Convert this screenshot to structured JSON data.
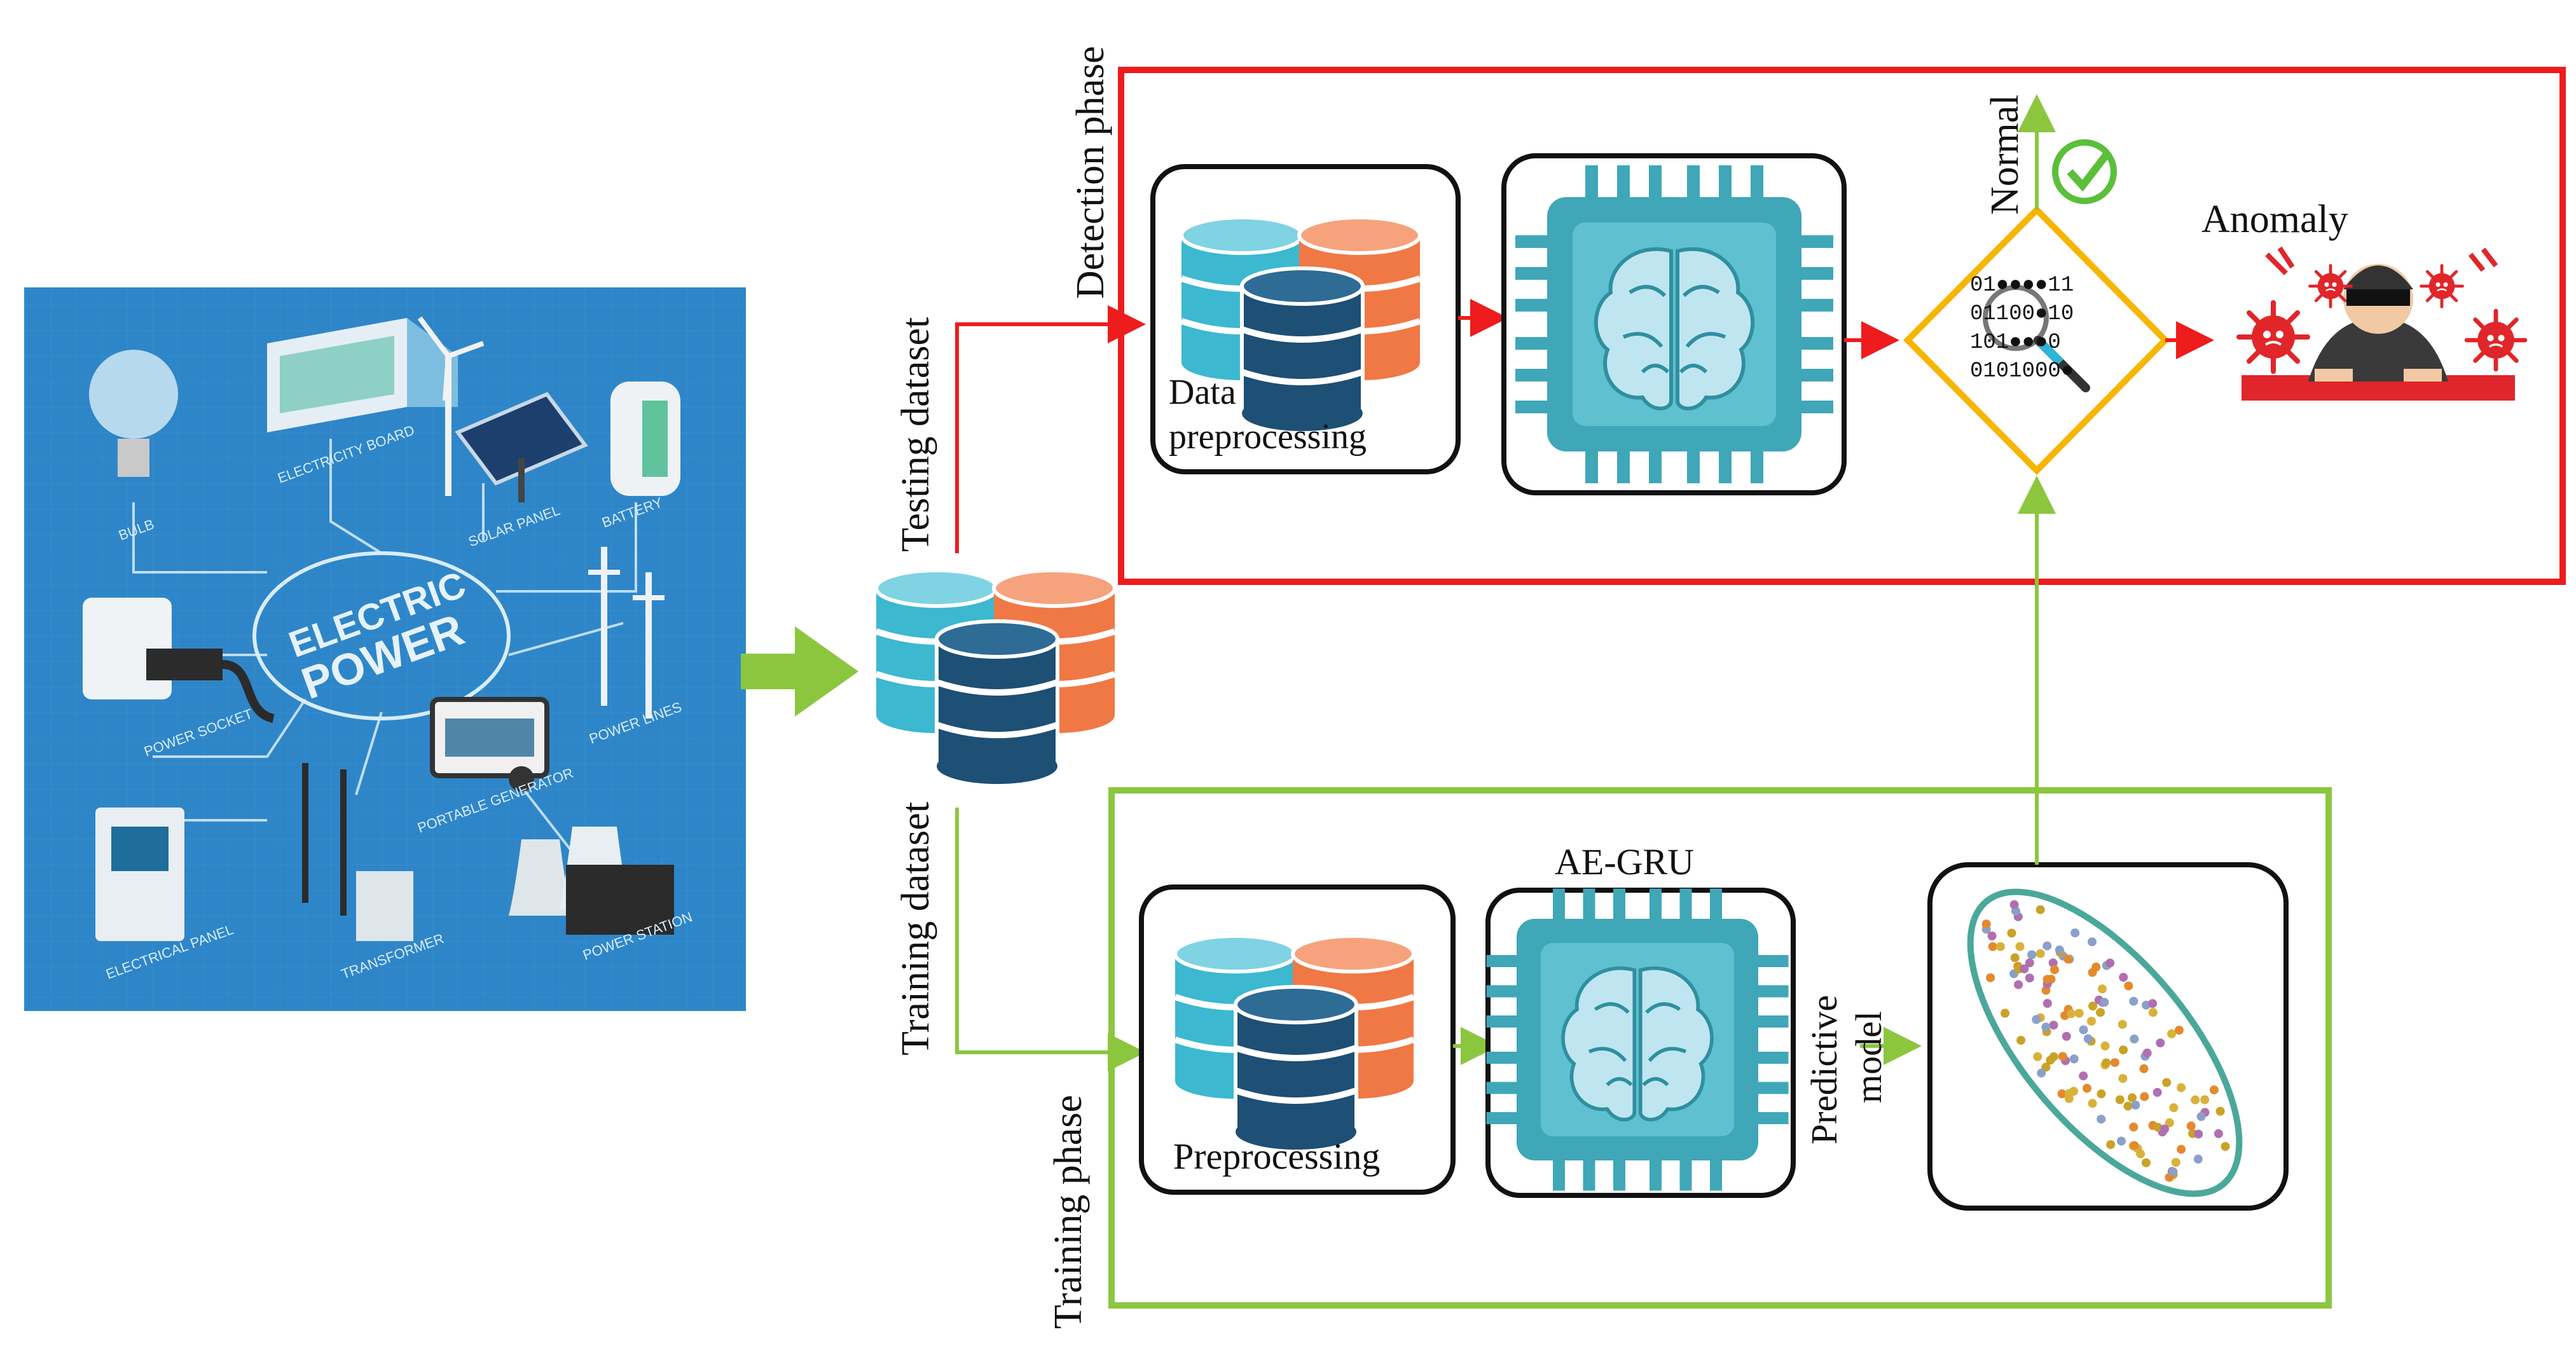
{
  "labels": {
    "detection_phase": "Detection phase",
    "testing_dataset": "Testing dataset",
    "training_dataset": "Training dataset",
    "training_phase": "Training phase",
    "data_preprocessing_line1": "Data",
    "data_preprocessing_line2": "preprocessing",
    "preprocessing": "Preprocessing",
    "ae_gru": "AE-GRU",
    "predictive_model_line1": "Predictive",
    "predictive_model_line2": "model",
    "normal": "Normal",
    "anomaly": "Anomaly"
  },
  "binary_lines": [
    "01●●●●11",
    "01100●10",
    "101●●●0",
    "0101000●"
  ],
  "infographic": {
    "center_line1": "ELECTRIC",
    "center_line2": "POWER",
    "captions": [
      "BULB",
      "ELECTRICITY BOARD",
      "SOLAR PANEL",
      "BATTERY",
      "POWER SOCKET",
      "POWER LINES",
      "PORTABLE GENERATOR",
      "ELECTRICAL PANEL",
      "TRANSFORMER",
      "POWER STATION"
    ]
  },
  "colors": {
    "detection_border": "#ee1c1c",
    "training_border": "#8cc63f",
    "infographic_bg": "#2e86c8",
    "db_teal": "#3cb8d0",
    "db_orange": "#f07845",
    "db_navy": "#1e4f74",
    "chip": "#3fa7b8",
    "diamond": "#f7b500",
    "check": "#5bbf3a",
    "virus": "#e0262a",
    "ellipse": "#4aa89a"
  },
  "icons": [
    "electric-power-infographic",
    "database-stack-icon",
    "neural-chip-icon",
    "binary-magnifier-icon",
    "check-circle-icon",
    "hacker-icon",
    "virus-icon",
    "scatter-ellipse-icon"
  ]
}
